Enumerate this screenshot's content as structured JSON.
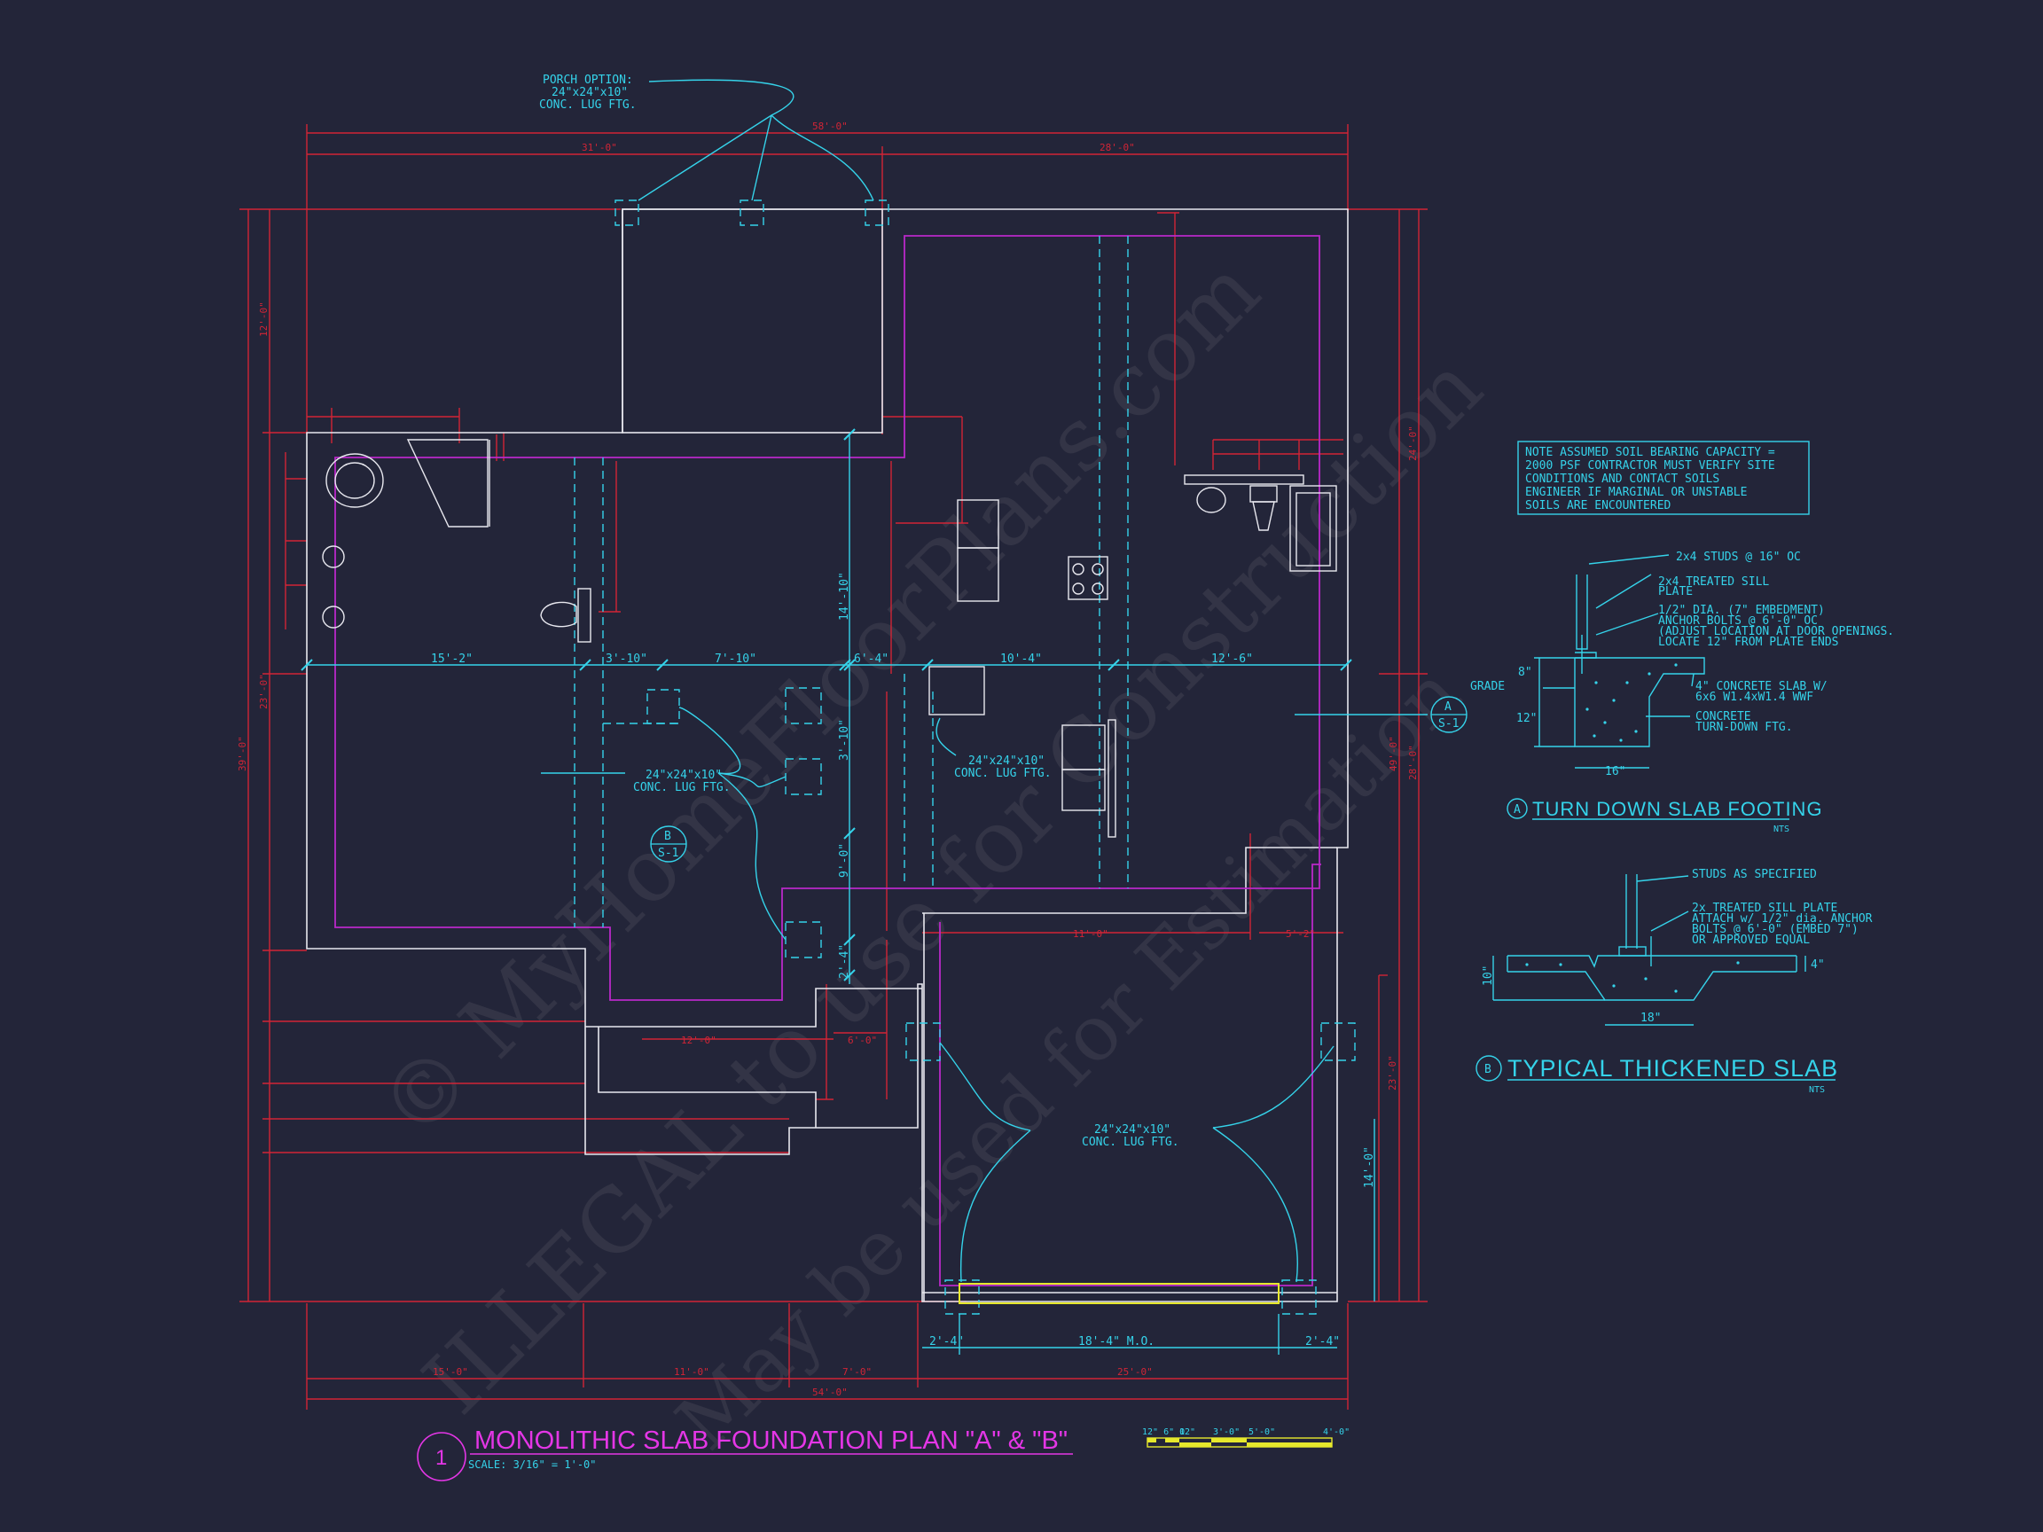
{
  "drawing": {
    "title": "MONOLITHIC SLAB FOUNDATION PLAN \"A\" & \"B\"",
    "detail_number": "1",
    "scale": "SCALE: 3/16\" = 1'-0\"",
    "scale_bar_labels": [
      "12\" 6\" 0",
      "12\"",
      "3'-0\"",
      "5'-0\"",
      "4'-0\""
    ]
  },
  "callouts": {
    "porch_option": [
      "PORCH OPTION:",
      "24\"x24\"x10\"",
      "CONC. LUG FTG."
    ],
    "lug_ftg_left": [
      "24\"x24\"x10\"",
      "CONC. LUG FTG."
    ],
    "lug_ftg_center": [
      "24\"x24\"x10\"",
      "CONC. LUG FTG."
    ],
    "lug_ftg_garage": [
      "24\"x24\"x10\"",
      "CONC. LUG FTG."
    ]
  },
  "section_markers": {
    "a": {
      "letter": "A",
      "sheet": "S-1"
    },
    "b": {
      "letter": "B",
      "sheet": "S-1"
    }
  },
  "dimensions_cyan": {
    "row_main": [
      "15'-2\"",
      "3'-10\"",
      "7'-10\"",
      "6'-4\"",
      "10'-4\"",
      "12'-6\""
    ],
    "vertical_center": [
      "14'-10\"",
      "3'-10\"",
      "9'-0\"",
      "2'-4\""
    ],
    "garage_bottom": [
      "2'-4\"",
      "18'-4\" M.O.",
      "2'-4\""
    ],
    "garage_right": "14'-0\""
  },
  "dimensions_red": {
    "top_overall": "58'-0\"",
    "top_left": "31'-0\"",
    "top_right": "28'-0\"",
    "bottom_overall": "54'-0\"",
    "bottom_segments": [
      "15'-0\"",
      "11'-0\"",
      "7'-0\"",
      "25'-0\""
    ],
    "left_overall": "39'-0\"",
    "left_top": "12'-0\"",
    "left_mid": "23'-0\"",
    "right_overall": "49'-0\"",
    "right_top": "24'-0\"",
    "right_mid": "28'-0\"",
    "garage_right": "23'-0\"",
    "misc_center": [
      "12'-0\"",
      "6'-0\"",
      "11'-0\"",
      "5'-2\""
    ]
  },
  "note_box": {
    "lines": [
      "NOTE ASSUMED SOIL BEARING CAPACITY =",
      "2000 PSF CONTRACTOR MUST VERIFY SITE",
      "CONDITIONS AND CONTACT SOILS",
      "ENGINEER IF MARGINAL OR UNSTABLE",
      "SOILS ARE ENCOUNTERED"
    ]
  },
  "detail_a": {
    "marker": "A",
    "title": "TURN DOWN SLAB FOOTING",
    "scale": "NTS",
    "labels": [
      "2x4 STUDS @ 16\" OC",
      "2x4 TREATED SILL",
      "PLATE",
      "1/2\" DIA. (7\" EMBEDMENT)",
      "ANCHOR BOLTS @ 6'-0\" OC",
      "(ADJUST LOCATION AT DOOR OPENINGS.",
      "LOCATE 12\" FROM PLATE ENDS",
      "4\" CONCRETE SLAB W/",
      "6x6 W1.4xW1.4 WWF",
      "CONCRETE",
      "TURN-DOWN FTG."
    ],
    "dims": {
      "grade": "GRADE",
      "d8": "8\"",
      "d12": "12\"",
      "d16": "16\""
    }
  },
  "detail_b": {
    "marker": "B",
    "title": "TYPICAL THICKENED SLAB",
    "scale": "NTS",
    "labels": [
      "STUDS AS SPECIFIED",
      "2x TREATED SILL PLATE",
      "ATTACH w/ 1/2\" dia. ANCHOR",
      "BOLTS @ 6'-0\" (EMBED 7\")",
      "OR APPROVED EQUAL"
    ],
    "dims": {
      "d10": "10\"",
      "d4": "4\"",
      "d18": "18\""
    }
  },
  "watermark": {
    "line1": "© MyHomeFloorPlans.com",
    "line2": "ILLEGAL to use for Construction",
    "line3": "May be used for Estimation"
  },
  "colors": {
    "background": "#232539",
    "wall": "#e8e8ef",
    "slab_edge": "#b928c9",
    "footing": "#35d3ea",
    "dimension_red": "#d12536",
    "threshold": "#e6e82c"
  }
}
